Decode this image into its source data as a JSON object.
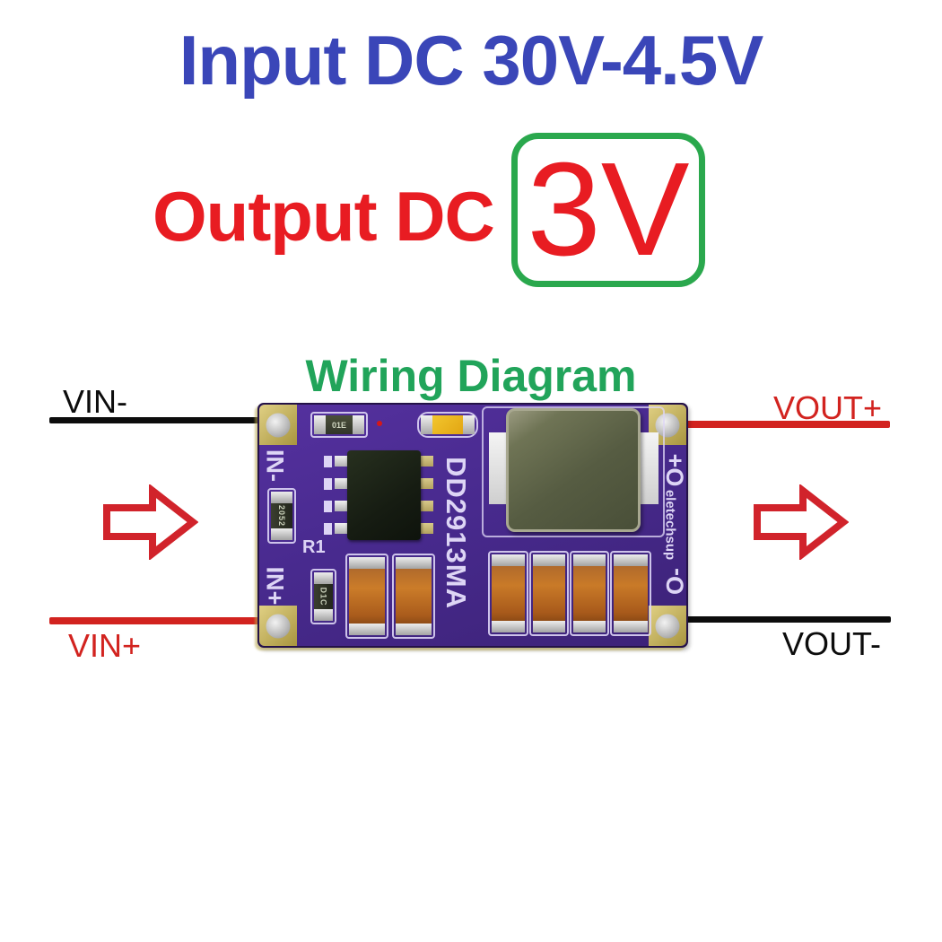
{
  "header": {
    "input_title": "Input DC 30V-4.5V",
    "output_label": "Output DC",
    "output_value": "3V"
  },
  "diagram": {
    "heading": "Wiring Diagram",
    "wire_labels": {
      "vin_neg": "VIN-",
      "vin_pos": "VIN+",
      "vout_pos": "VOUT+",
      "vout_neg": "VOUT-"
    }
  },
  "board": {
    "model": "DD2913MA",
    "brand": "eletechsup",
    "pin_labels": {
      "in_neg": "IN-",
      "in_pos": "IN+",
      "out_pos": "O+",
      "out_neg": "O-"
    },
    "designators": {
      "r1": "R1"
    },
    "markings": {
      "top_resistor": "01E",
      "left_resistor": "2052",
      "small_resistor": "D1C"
    }
  },
  "colors": {
    "title_blue": "#3a46b8",
    "output_red": "#e81c22",
    "badge_green": "#2aa84d",
    "heading_green": "#21a45a",
    "wire_red": "#d2231f",
    "wire_black": "#0c0c0c",
    "arrow_red": "#d1232b",
    "pcb_purple": "#482a8e"
  },
  "icons": {
    "flow_arrow": "right-block-arrow"
  }
}
